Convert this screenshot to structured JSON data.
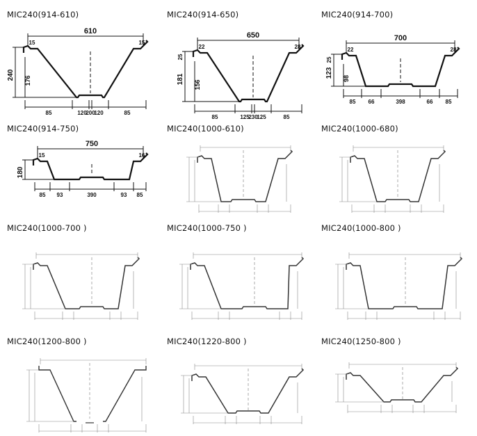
{
  "panels": [
    {
      "title": "MIC240(914-610)",
      "style": "bold",
      "labels": {
        "width": "610",
        "depth": "240",
        "inner_depth": "176",
        "lip_l": "15",
        "lip_r": "15",
        "bottom": [
          "85",
          "120",
          "200",
          "120",
          "85"
        ]
      }
    },
    {
      "title": "MIC240(914-650)",
      "style": "bold",
      "labels": {
        "width": "650",
        "depth": "181",
        "inner_depth": "156",
        "lip_l": "22",
        "lip_r": "28",
        "flange": "25",
        "bottom": [
          "85",
          "125",
          "230",
          "125",
          "85"
        ]
      }
    },
    {
      "title": "MIC240(914-700)",
      "style": "bold",
      "labels": {
        "width": "700",
        "depth": "123",
        "inner_depth": "98",
        "lip_l": "22",
        "lip_r": "28",
        "flange": "25",
        "bottom": [
          "85",
          "66",
          "398",
          "66",
          "85"
        ]
      }
    },
    {
      "title": "MIC240(914-750)",
      "style": "bold",
      "labels": {
        "width": "750",
        "depth": "180",
        "lip_l": "15",
        "lip_r": "16",
        "bottom": [
          "85",
          "93",
          "390",
          "93",
          "85"
        ]
      }
    },
    {
      "title": "MIC240(1000-610)",
      "style": "faint"
    },
    {
      "title": "MIC240(1000-680)",
      "style": "faint"
    },
    {
      "title": "MIC240(1000-700 )",
      "style": "faint"
    },
    {
      "title": "MIC240(1000-750 )",
      "style": "faint"
    },
    {
      "title": "MIC240(1000-800 )",
      "style": "faint"
    },
    {
      "title": "MIC240(1200-800 )",
      "style": "faint"
    },
    {
      "title": "MIC240(1220-800 )",
      "style": "faint"
    },
    {
      "title": "MIC240(1250-800 )",
      "style": "faint"
    }
  ],
  "colors": {
    "ink": "#111111",
    "faint_ink": "#333333",
    "dim": "#888888"
  }
}
